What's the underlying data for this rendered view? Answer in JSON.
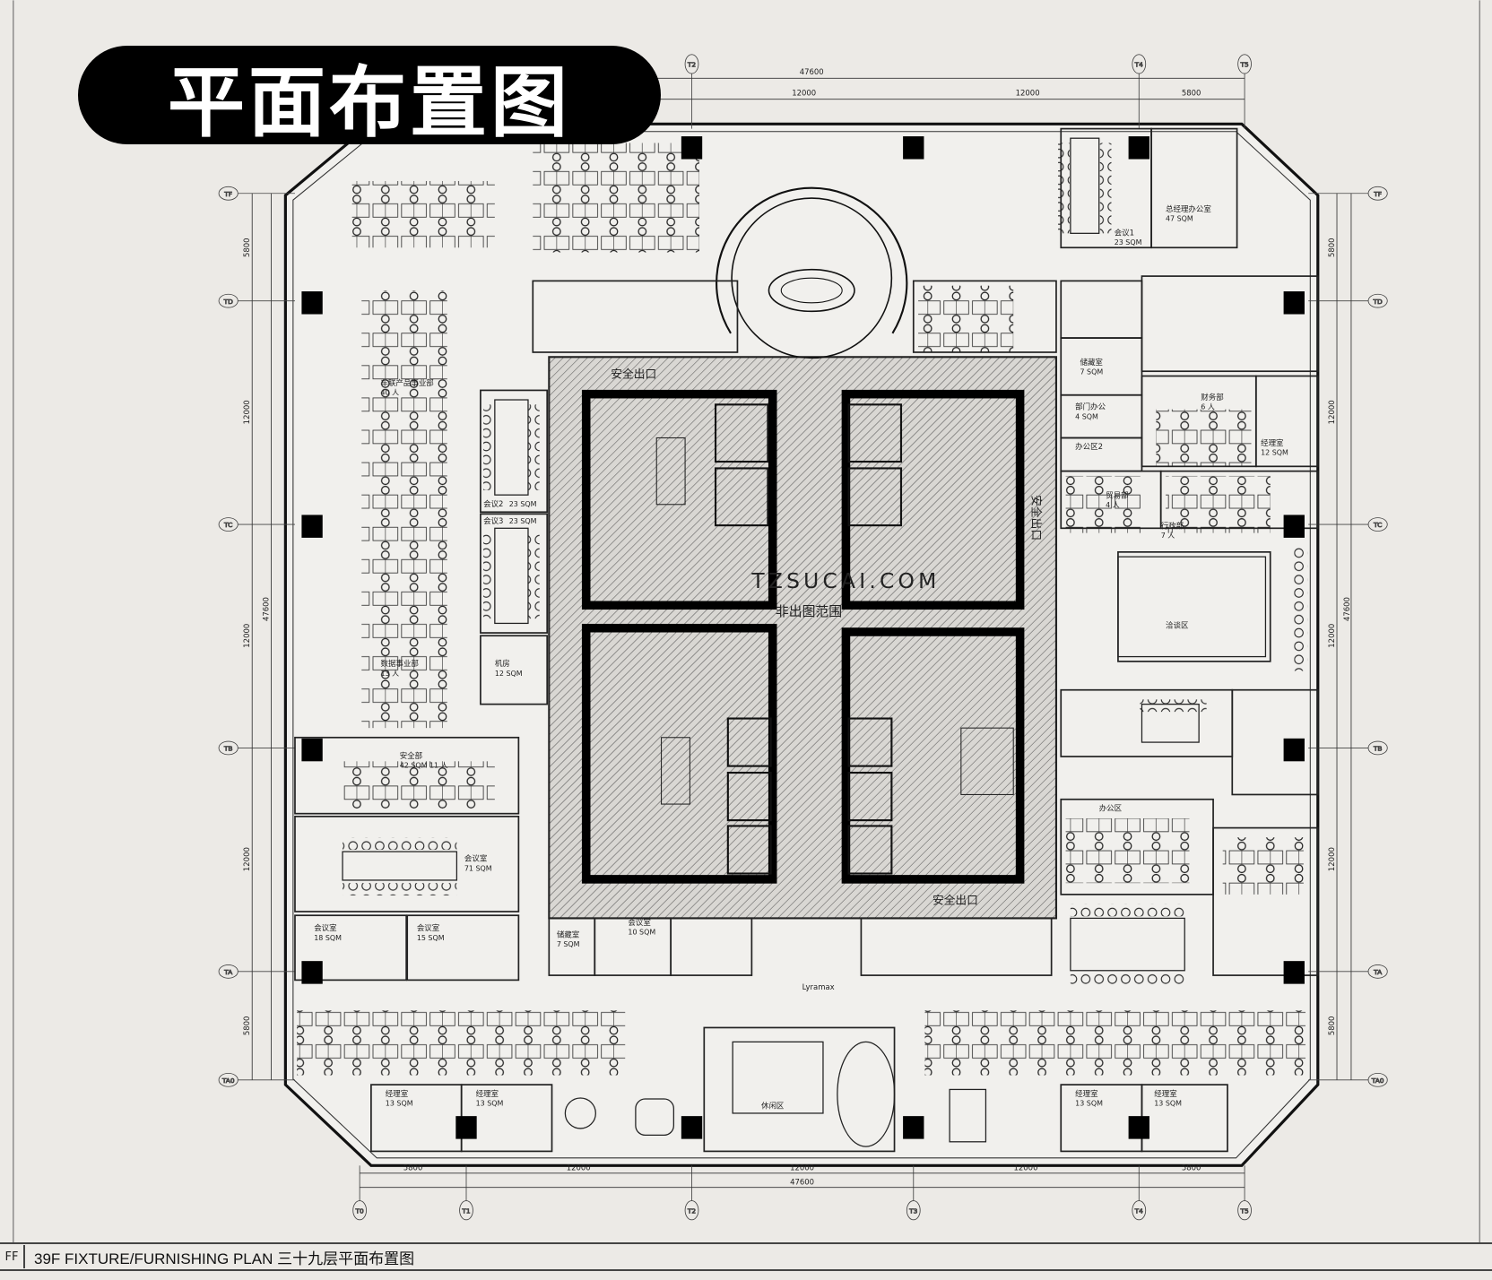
{
  "title": "平面布置图",
  "caption": {
    "tag": "FF",
    "text": "39F FIXTURE/FURNISHING PLAN 三十九层平面布置图"
  },
  "grid": {
    "columns": [
      "T0",
      "T1",
      "T2",
      "T3",
      "T4",
      "T5"
    ],
    "rows": [
      "TF",
      "TD",
      "TC",
      "TB",
      "TA",
      "TA0"
    ]
  },
  "dimensions": {
    "total": "47600",
    "top_segments": [
      "12000",
      "12000",
      "5800"
    ],
    "bottom_segments": [
      "5800",
      "12000",
      "12000",
      "12000",
      "5800"
    ],
    "side_segments": [
      "5800",
      "12000",
      "12000",
      "12000",
      "5800"
    ]
  },
  "core": {
    "exclusion_label": "非出图范围",
    "exit_top": "安全出口",
    "exit_bottom": "安全出口",
    "exit_side": "安全出口"
  },
  "watermark": "TZSUCAI.COM",
  "rooms": [
    {
      "name": "会议1",
      "area": "23 SQM"
    },
    {
      "name": "总经理办公室",
      "area": "47 SQM"
    },
    {
      "name": "会议2",
      "area": "23 SQM"
    },
    {
      "name": "会议3",
      "area": "23 SQM"
    },
    {
      "name": "机房",
      "area": "12 SQM"
    },
    {
      "name": "安全部",
      "area": "42 SQM 11 人"
    },
    {
      "name": "会议室",
      "area": "71 SQM"
    },
    {
      "name": "会议室",
      "area": "18 SQM"
    },
    {
      "name": "会议室",
      "area": "15 SQM"
    },
    {
      "name": "储藏室",
      "area": "7 SQM"
    },
    {
      "name": "部门办公",
      "area": "4 SQM"
    },
    {
      "name": "办公区2",
      "area": ""
    },
    {
      "name": "财务部",
      "area": "6 人"
    },
    {
      "name": "经理室",
      "area": "12 SQM"
    },
    {
      "name": "贸易部",
      "area": "4 人"
    },
    {
      "name": "行政部",
      "area": "7 人"
    },
    {
      "name": "洽谈区",
      "area": ""
    },
    {
      "name": "办公区",
      "area": ""
    },
    {
      "name": "休闲区",
      "area": ""
    },
    {
      "name": "经理室",
      "area": "13 SQM"
    },
    {
      "name": "经理室",
      "area": "13 SQM"
    },
    {
      "name": "经理室",
      "area": "13 SQM"
    },
    {
      "name": "经理室",
      "area": "13 SQM"
    },
    {
      "name": "车联产品事业部",
      "area": "40 人"
    },
    {
      "name": "数据事业部",
      "area": "13 人"
    },
    {
      "name": "会议室",
      "area": "10 SQM"
    },
    {
      "name": "储藏室",
      "area": "7 SQM"
    }
  ],
  "lobby_brand": "Lyramax"
}
